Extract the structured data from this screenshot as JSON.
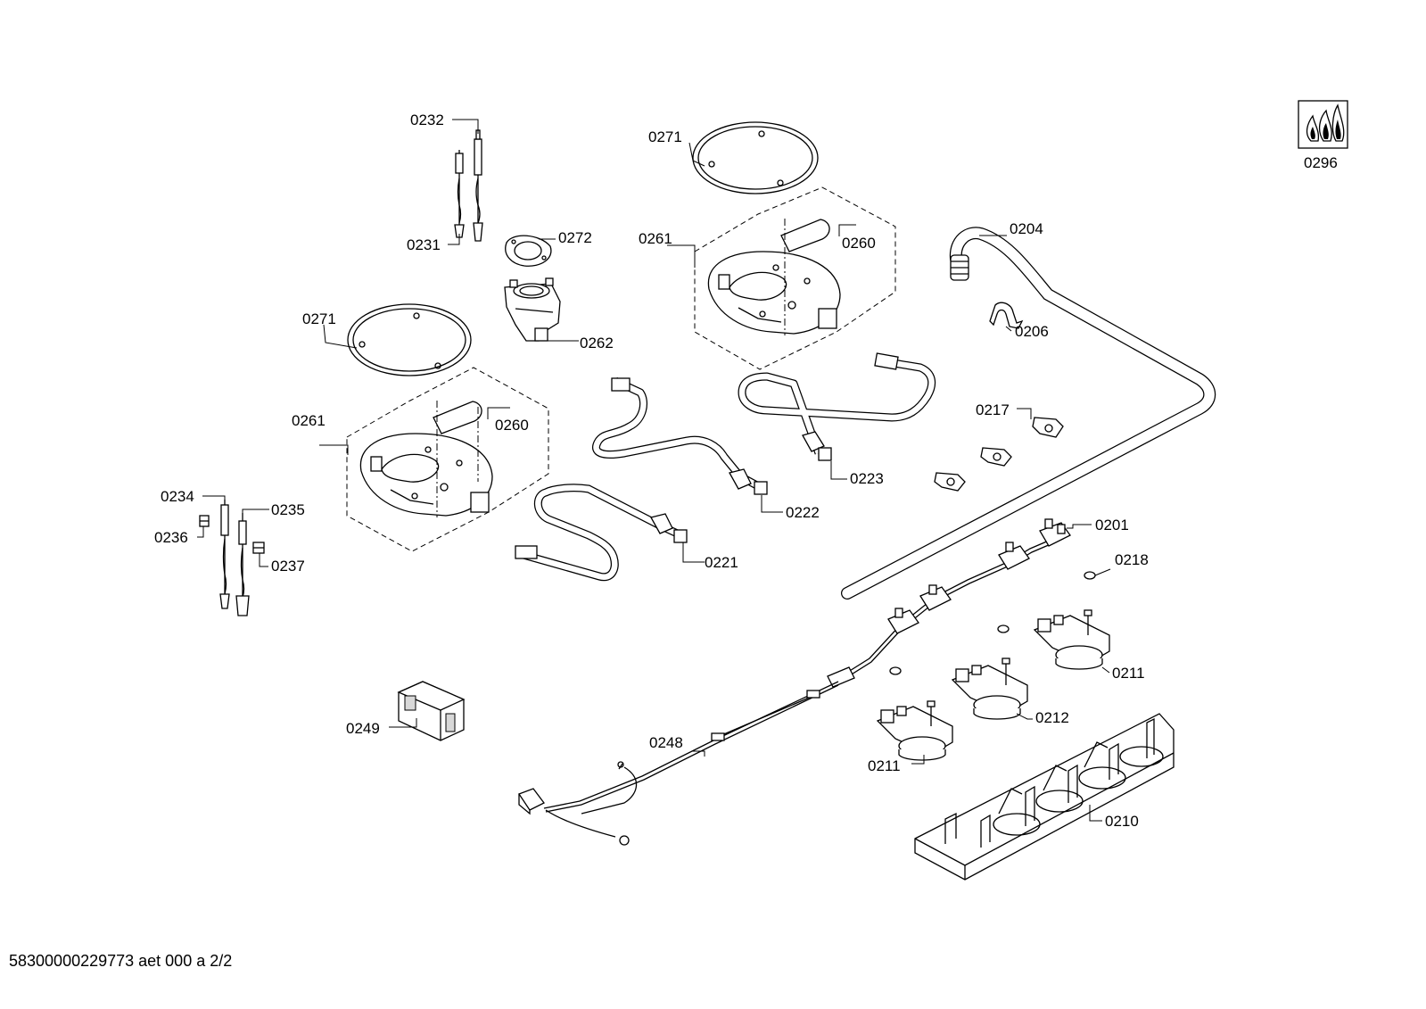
{
  "document_id": "58300000229773 aet 000 a 2/2",
  "labels": {
    "l0232": "0232",
    "l0231": "0231",
    "l0272": "0272",
    "l0262": "0262",
    "l0271_top": "0271",
    "l0271_left": "0271",
    "l0261_top": "0261",
    "l0260_top": "0260",
    "l0261_left": "0261",
    "l0260_left": "0260",
    "l0204": "0204",
    "l0206": "0206",
    "l0217": "0217",
    "l0223": "0223",
    "l0222": "0222",
    "l0221": "0221",
    "l0234": "0234",
    "l0235": "0235",
    "l0236": "0236",
    "l0237": "0237",
    "l0201": "0201",
    "l0218": "0218",
    "l0211_right": "0211",
    "l0212": "0212",
    "l0211_left": "0211",
    "l0210": "0210",
    "l0249": "0249",
    "l0248": "0248",
    "l0296": "0296"
  },
  "icons": {
    "gas_type_symbol": "three-flames-icon"
  }
}
